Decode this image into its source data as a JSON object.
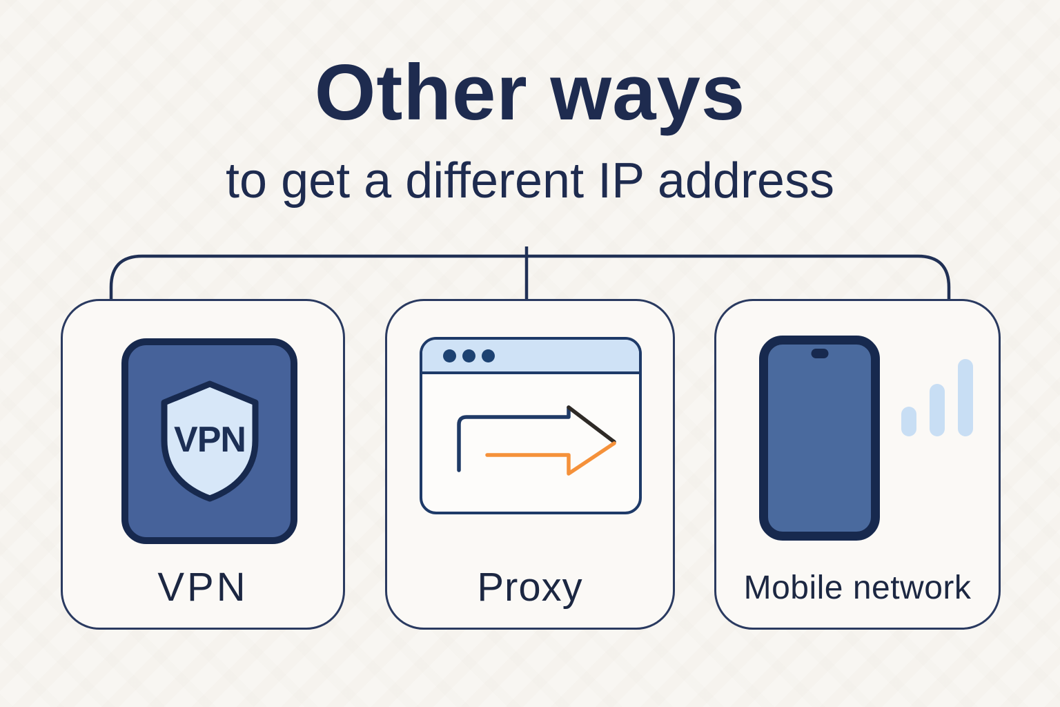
{
  "title": "Other ways",
  "subtitle": "to get a different IP address",
  "cards": [
    {
      "id": "vpn",
      "label": "VPN",
      "icon": "vpn-shield-app-icon",
      "icon_text": "VPN"
    },
    {
      "id": "proxy",
      "label": "Proxy",
      "icon": "browser-redirect-arrow-icon"
    },
    {
      "id": "mobile",
      "label": "Mobile network",
      "icon": "smartphone-signal-bars-icon"
    }
  ],
  "colors": {
    "background": "#f8f6f2",
    "heading_navy": "#1e2b4f",
    "label_navy": "#1c2742",
    "card_border": "#2a3a60",
    "connector_line": "#203055",
    "icon_dark_navy": "#17294e",
    "icon_medium_blue": "#46629a",
    "phone_screen_blue": "#4a6a9e",
    "shield_light_blue": "#d7e7f8",
    "browser_bar_blue": "#cfe2f6",
    "browser_dot_navy": "#1d4272",
    "signal_bar_blue": "#c8def4",
    "arrow_navy": "#1f3a66",
    "arrow_black": "#2e2a26",
    "arrow_orange": "#f5913a"
  }
}
